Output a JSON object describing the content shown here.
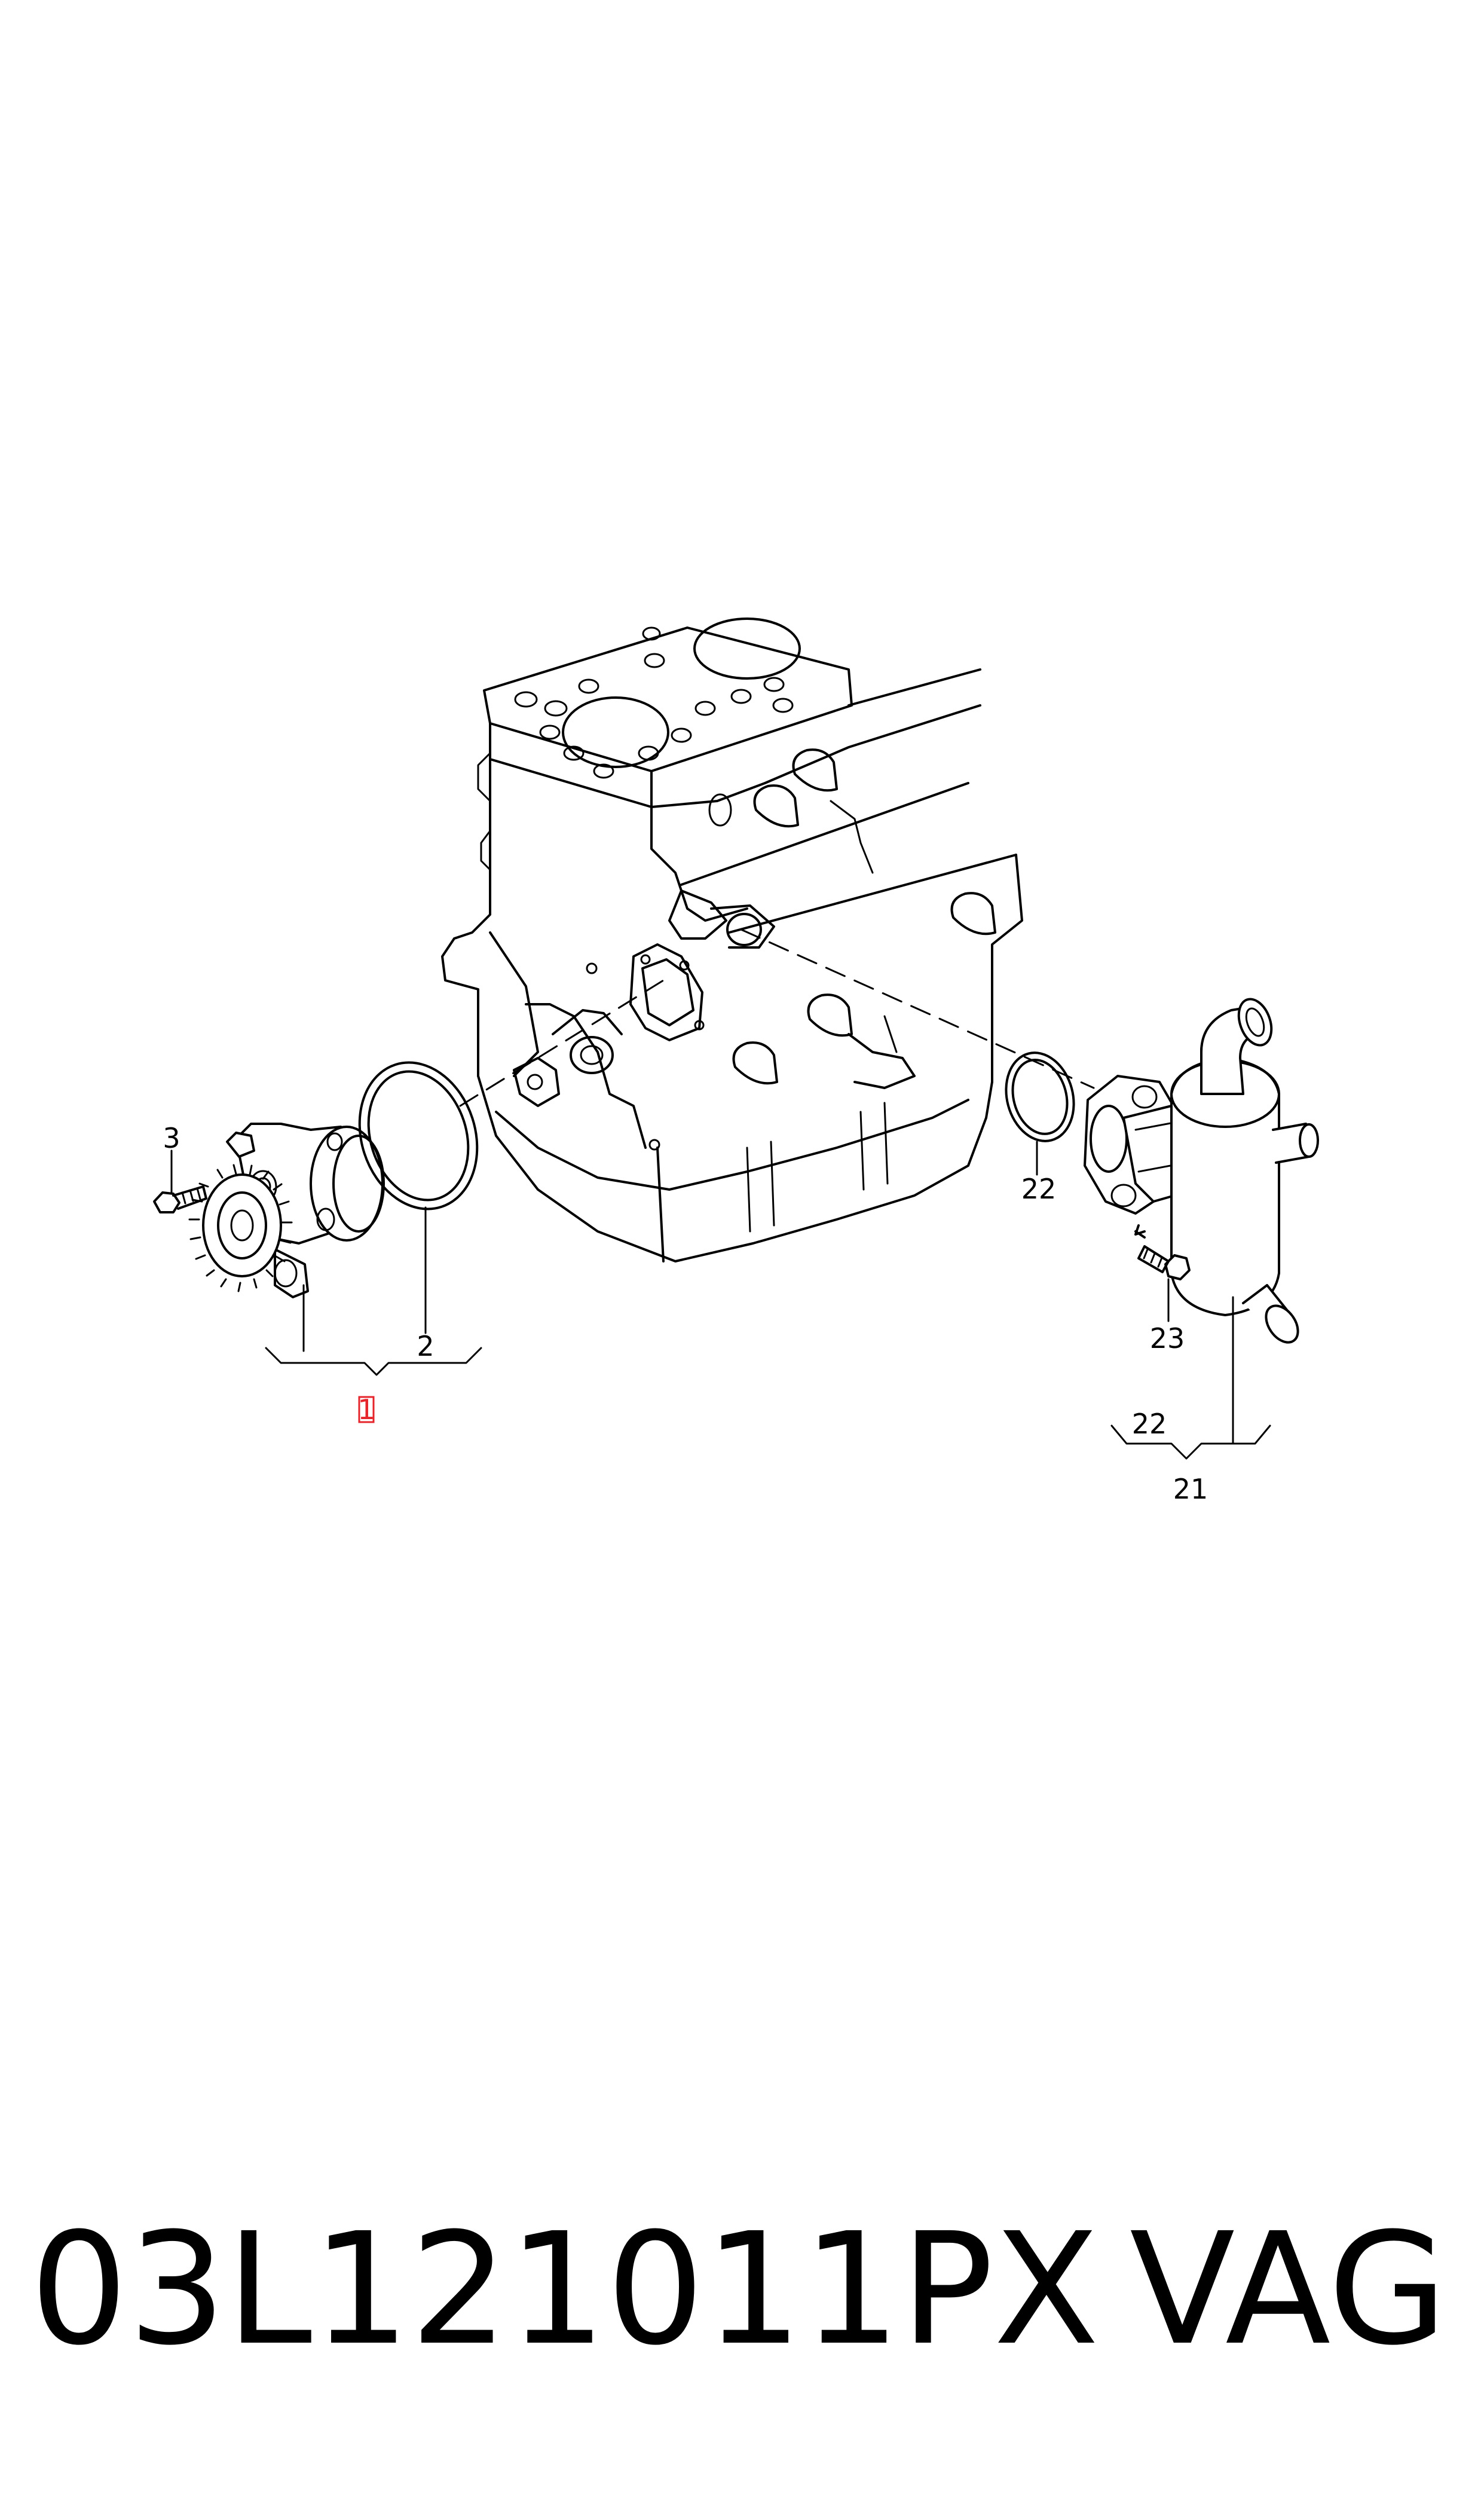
{
  "diagram": {
    "callouts": {
      "c1": "1",
      "c2": "2",
      "c3": "3",
      "c21": "21",
      "c22a": "22",
      "c22b": "22",
      "c23": "23"
    },
    "highlight_color": "#e5242b",
    "line_color": "#000000"
  },
  "footer": {
    "part_number": "03L121011PX",
    "brand": "VAG"
  }
}
